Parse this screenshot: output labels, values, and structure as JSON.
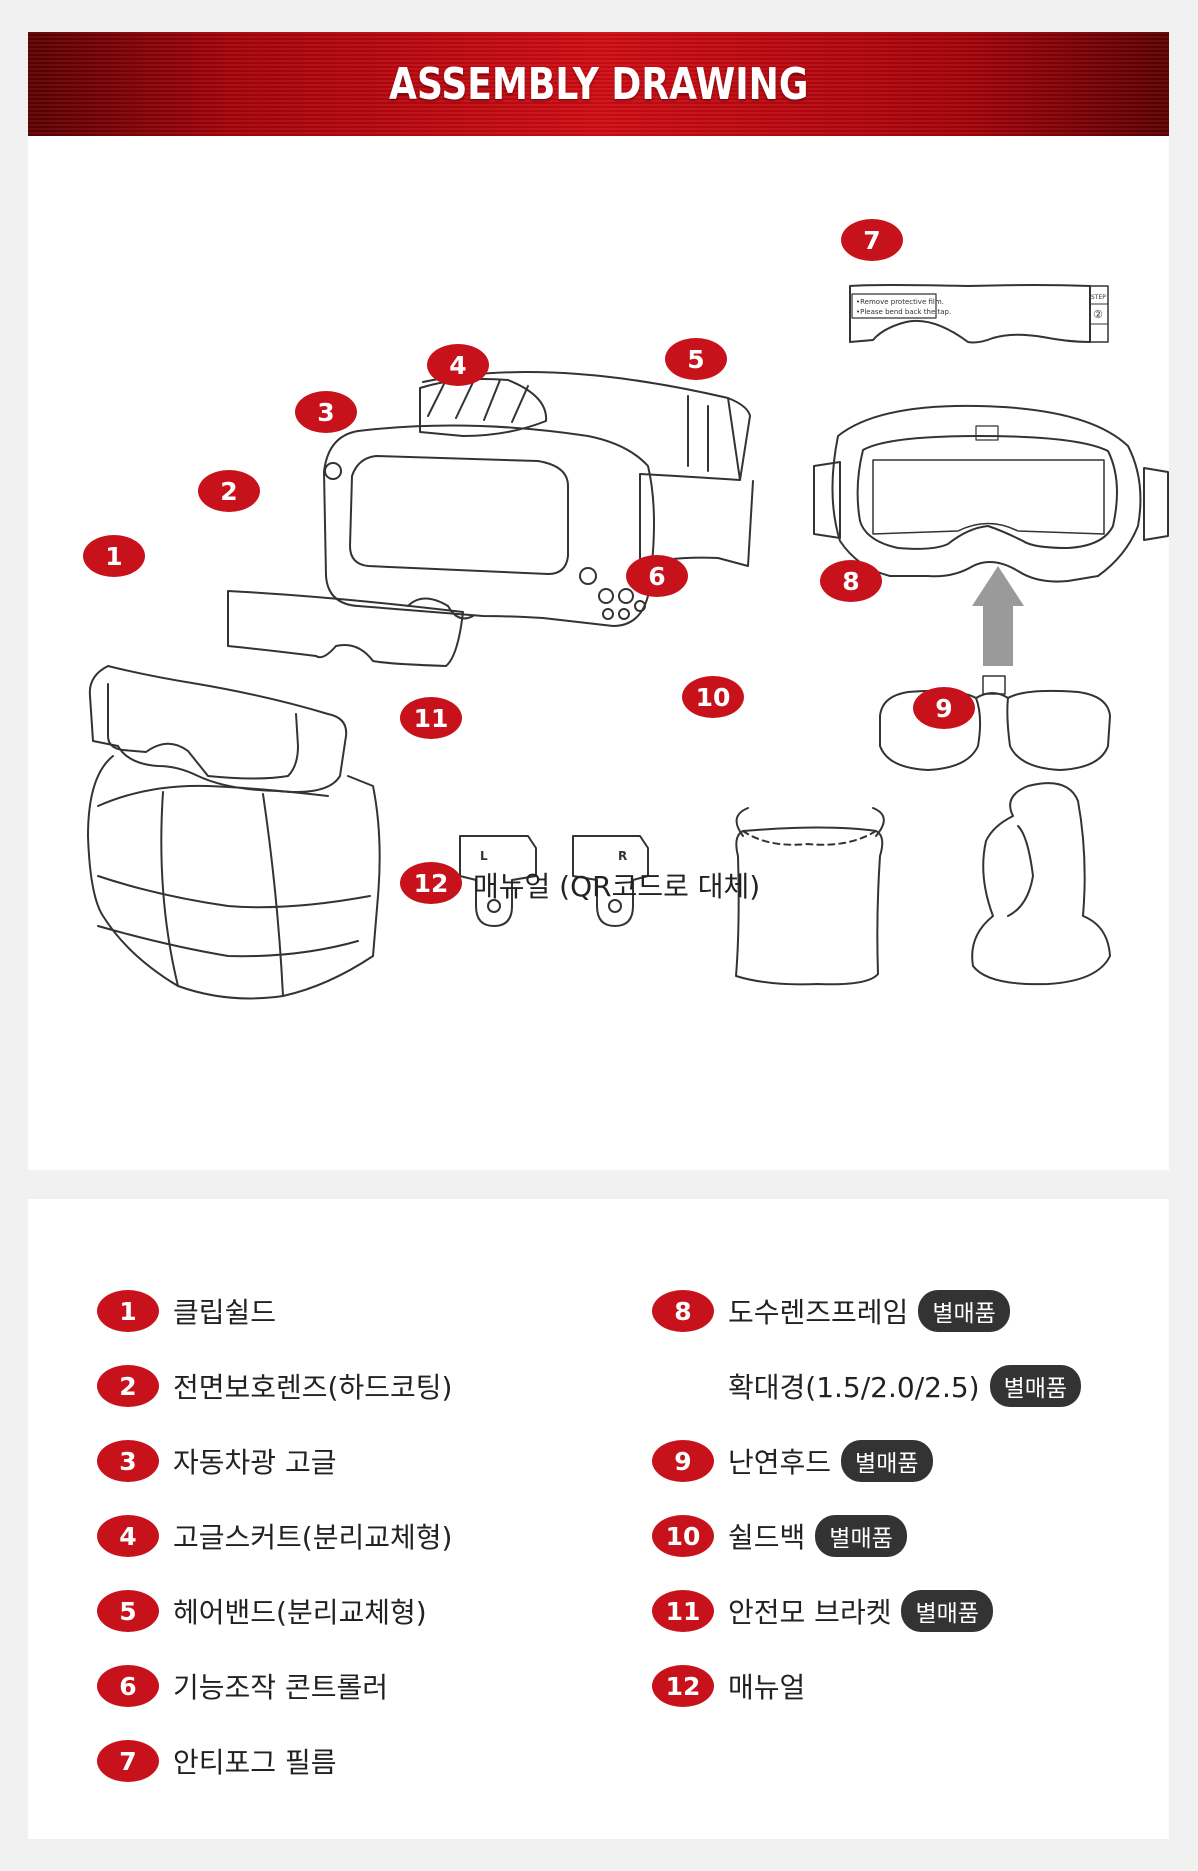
{
  "header": {
    "title": "ASSEMBLY DRAWING"
  },
  "diagram": {
    "callouts": [
      "1",
      "2",
      "3",
      "4",
      "5",
      "6",
      "7",
      "8",
      "9",
      "10",
      "11",
      "12"
    ],
    "manual_label": "매뉴얼 (QR코드로 대체)",
    "film_text_1": "•Remove protective film.",
    "film_text_2": "•Please bend back the tap.",
    "film_step": "STEP",
    "film_step_num": "②",
    "bracket_left": "L",
    "bracket_right": "R"
  },
  "legend": {
    "left": [
      {
        "num": "1",
        "label": "클립쉴드"
      },
      {
        "num": "2",
        "label": "전면보호렌즈(하드코팅)"
      },
      {
        "num": "3",
        "label": "자동차광 고글"
      },
      {
        "num": "4",
        "label": "고글스커트(분리교체형)"
      },
      {
        "num": "5",
        "label": "헤어밴드(분리교체형)"
      },
      {
        "num": "6",
        "label": "기능조작 콘트롤러"
      },
      {
        "num": "7",
        "label": "안티포그 필름"
      }
    ],
    "right": [
      {
        "num": "8",
        "label": "도수렌즈프레임",
        "tag": "별매품"
      },
      {
        "num": "",
        "label": "확대경(1.5/2.0/2.5)",
        "tag": "별매품"
      },
      {
        "num": "9",
        "label": "난연후드",
        "tag": "별매품"
      },
      {
        "num": "10",
        "label": "쉴드백",
        "tag": "별매품"
      },
      {
        "num": "11",
        "label": "안전모 브라켓",
        "tag": "별매품"
      },
      {
        "num": "12",
        "label": "매뉴얼"
      }
    ]
  },
  "colors": {
    "accent": "#c8121b",
    "tag_bg": "#333333",
    "header_red": "#cf0c14"
  }
}
